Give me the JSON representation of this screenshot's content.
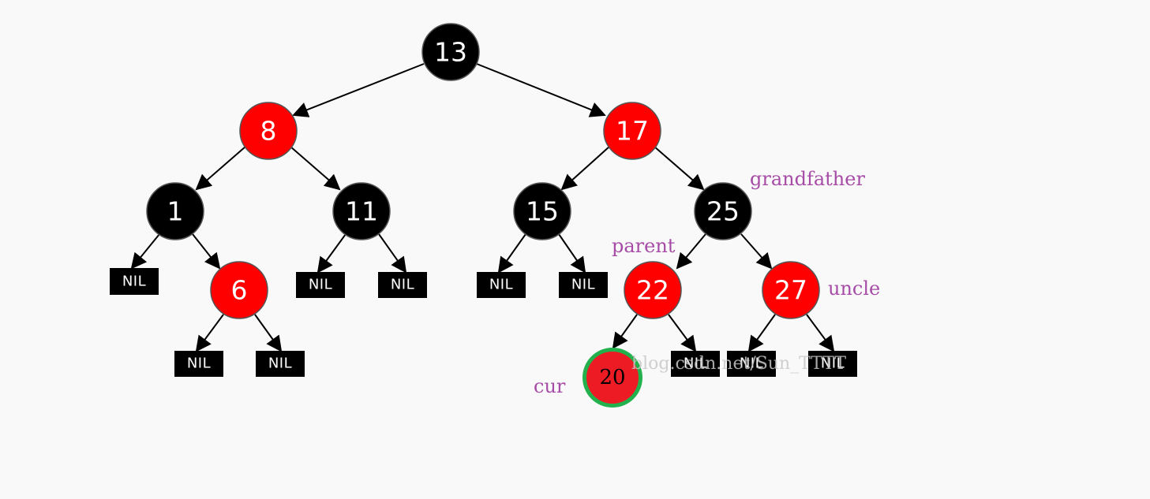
{
  "nodes": {
    "n13": {
      "label": "13",
      "color": "#000000"
    },
    "n8": {
      "label": "8",
      "color": "#ff0000"
    },
    "n17": {
      "label": "17",
      "color": "#ff0000"
    },
    "n1": {
      "label": "1",
      "color": "#000000"
    },
    "n11": {
      "label": "11",
      "color": "#000000"
    },
    "n15": {
      "label": "15",
      "color": "#000000"
    },
    "n25": {
      "label": "25",
      "color": "#000000"
    },
    "n6": {
      "label": "6",
      "color": "#ff0000"
    },
    "n22": {
      "label": "22",
      "color": "#ff0000"
    },
    "n27": {
      "label": "27",
      "color": "#ff0000"
    },
    "n20": {
      "label": "20",
      "color": "#ed1c24",
      "ring_color": "#22b14c"
    }
  },
  "nil_label": "NIL",
  "labels": {
    "grandfather": "grandfather",
    "parent": "parent",
    "uncle": "uncle",
    "cur": "cur"
  },
  "watermark": "blog.csdn.net/Sun_TTTT"
}
